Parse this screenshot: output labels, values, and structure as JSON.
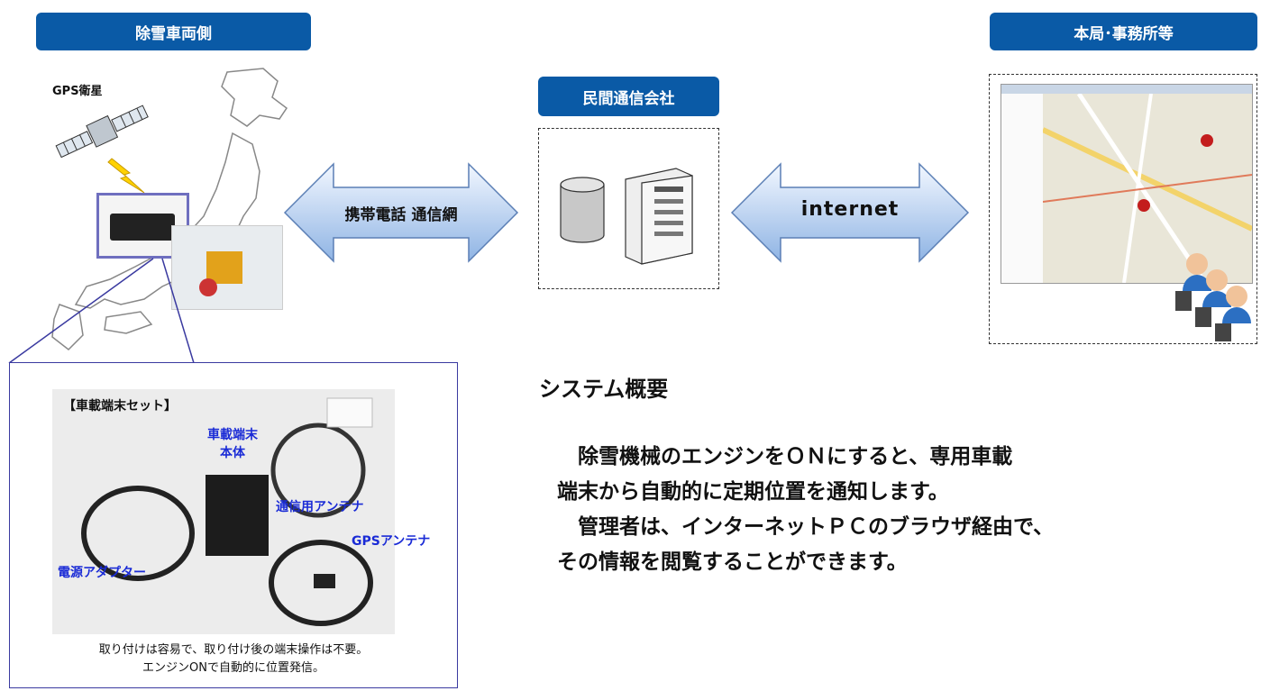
{
  "labels": {
    "vehicle_side": "除雪車両側",
    "head_office": "本局･事務所等",
    "carrier": "民間通信会社",
    "gps_satellite": "GPS衛星",
    "mobile_network": "携帯電話 通信網",
    "internet": "internet"
  },
  "kit": {
    "title": "【車載端末セット】",
    "main_unit_line1": "車載端末",
    "main_unit_line2": "本体",
    "comm_antenna": "通信用アンテナ",
    "gps_antenna": "GPSアンテナ",
    "power_adapter": "電源アダプター",
    "caption_line1": "取り付けは容易で、取り付け後の端末操作は不要。",
    "caption_line2": "エンジンONで自動的に位置発信。"
  },
  "overview": {
    "heading": "システム概要",
    "line1": "　除雪機械のエンジンをＯＮにすると、専用車載",
    "line2": "端末から自動的に定期位置を通知します。",
    "line3": "　管理者は、インターネットＰＣのブラウザ経由で、",
    "line4": "その情報を閲覧することができます。"
  },
  "colors": {
    "pill": "#0a5aa6",
    "arrow_light": "#f2f7ff",
    "arrow_dark": "#8fb4e4",
    "kit_label": "#1a2bd6"
  }
}
